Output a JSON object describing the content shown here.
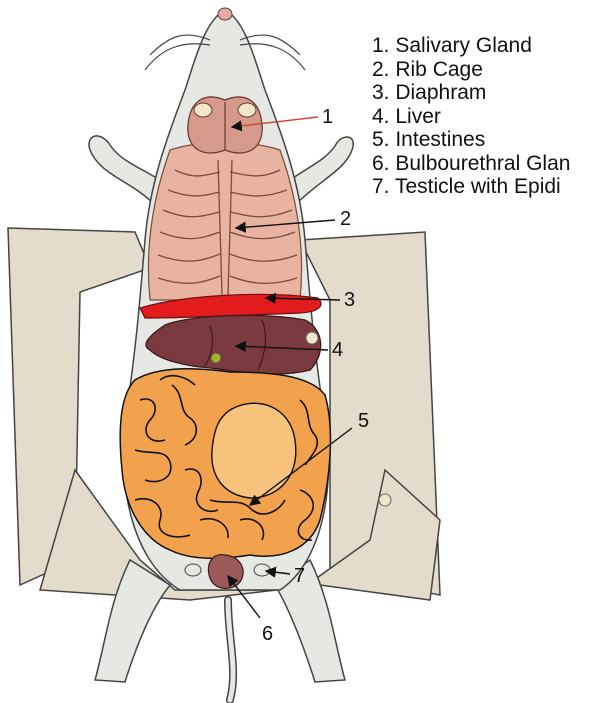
{
  "legend": {
    "items": [
      "1. Salivary Gland",
      "2. Rib Cage",
      "3. Diaphram",
      "4. Liver",
      "5. Intestines",
      "6. Bulbourethral Glan",
      "7. Testicle with Epidi"
    ]
  },
  "labels": {
    "n1": "1",
    "n2": "2",
    "n3": "3",
    "n4": "4",
    "n5": "5",
    "n6": "6",
    "n7": "7"
  },
  "colors": {
    "fur": "#e6e8e4",
    "board": "#e3dccb",
    "ribs": "#e8b3a0",
    "salivary": "#d59a8c",
    "diaphragm": "#e21c1c",
    "liver": "#7a3a3e",
    "intestines": "#f2a24c",
    "stomach": "#f6c27c",
    "gland": "#9b5a5a"
  }
}
